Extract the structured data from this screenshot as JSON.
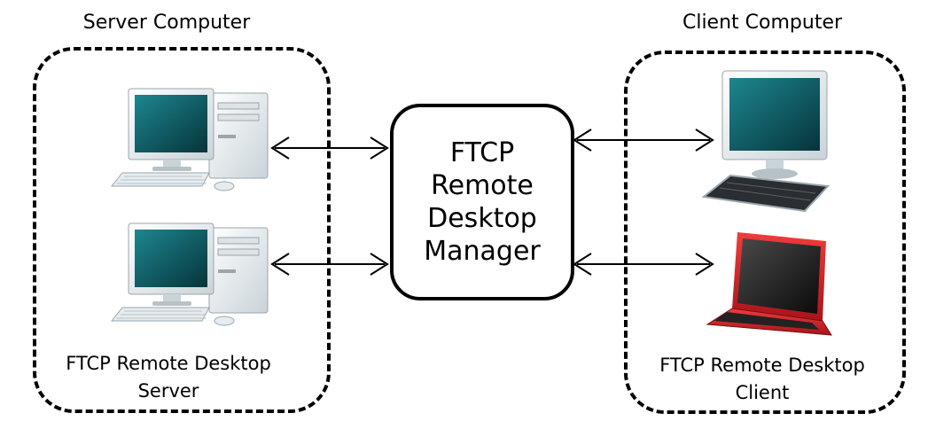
{
  "server": {
    "title": "Server Computer",
    "caption_line1": "FTCP Remote Desktop",
    "caption_line2": "Server"
  },
  "client": {
    "title": "Client Computer",
    "caption_line1": "FTCP Remote Desktop",
    "caption_line2": "Client"
  },
  "manager": {
    "label": "FTCP Remote Desktop Manager"
  },
  "colors": {
    "line": "#000000",
    "monitor_frame": "#eef2f4",
    "screen": "#0e5f68",
    "laptop_body": "#e0242a"
  },
  "icons": {
    "server_top": "desktop-computer-icon",
    "server_bottom": "desktop-computer-icon",
    "client_top": "desktop-monitor-keyboard-icon",
    "client_bottom": "laptop-icon"
  }
}
